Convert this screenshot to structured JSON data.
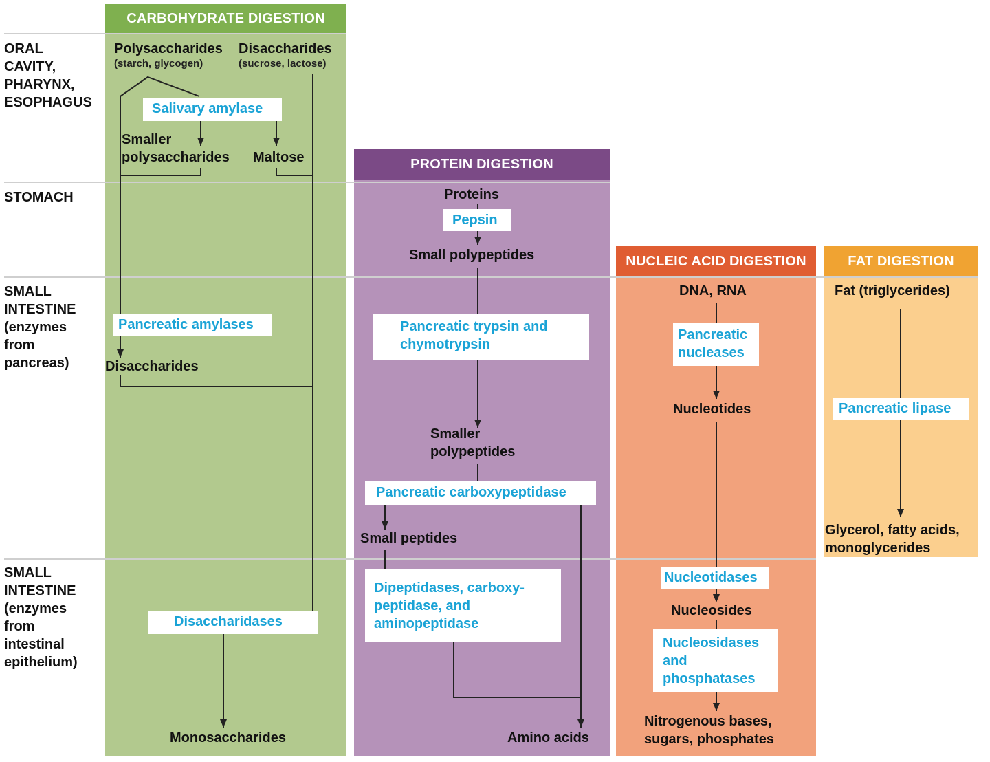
{
  "regions": {
    "oral": [
      "ORAL",
      "CAVITY,",
      "PHARYNX,",
      "ESOPHAGUS"
    ],
    "stomach": [
      "STOMACH"
    ],
    "small_intestine_pancreas": [
      "SMALL",
      "INTESTINE",
      "(enzymes",
      "from",
      "pancreas)"
    ],
    "small_intestine_epithelium": [
      "SMALL",
      "INTESTINE",
      "(enzymes",
      "from",
      "intestinal",
      "epithelium)"
    ]
  },
  "carbohydrate": {
    "title": "CARBOHYDRATE DIGESTION",
    "polysaccharides": "Polysaccharides",
    "polysaccharides_sub": "(starch, glycogen)",
    "disaccharides_top": "Disaccharides",
    "disaccharides_sub": "(sucrose, lactose)",
    "salivary_amylase": "Salivary amylase",
    "smaller_poly_1": "Smaller",
    "smaller_poly_2": "polysaccharides",
    "maltose": "Maltose",
    "pancreatic_amylases": "Pancreatic amylases",
    "disaccharides": "Disaccharides",
    "disaccharidases": "Disaccharidases",
    "monosaccharides": "Monosaccharides"
  },
  "protein": {
    "title": "PROTEIN DIGESTION",
    "proteins": "Proteins",
    "pepsin": "Pepsin",
    "small_polypeptides": "Small polypeptides",
    "trypsin_1": "Pancreatic trypsin and",
    "trypsin_2": "chymotrypsin",
    "smaller_polypeptides_1": "Smaller",
    "smaller_polypeptides_2": "polypeptides",
    "carboxypeptidase": "Pancreatic carboxypeptidase",
    "small_peptides": "Small peptides",
    "dipeptidases_1": "Dipeptidases, carboxy-",
    "dipeptidases_2": "peptidase, and",
    "dipeptidases_3": "aminopeptidase",
    "amino_acids": "Amino acids"
  },
  "nucleic": {
    "title": "NUCLEIC ACID DIGESTION",
    "dna_rna": "DNA, RNA",
    "nucleases_1": "Pancreatic",
    "nucleases_2": "nucleases",
    "nucleotides": "Nucleotides",
    "nucleotidases": "Nucleotidases",
    "nucleosides": "Nucleosides",
    "nucleosidases_1": "Nucleosidases",
    "nucleosidases_2": "and",
    "nucleosidases_3": "phosphatases",
    "products_1": "Nitrogenous bases,",
    "products_2": "sugars, phosphates"
  },
  "fat": {
    "title": "FAT DIGESTION",
    "fat": "Fat (triglycerides)",
    "lipase": "Pancreatic lipase",
    "products_1": "Glycerol, fatty acids,",
    "products_2": "monoglycerides"
  },
  "colors": {
    "carb_header": "#7fb04f",
    "carb_body": "#b2c98e",
    "protein_header": "#7b4a86",
    "protein_body": "#b592b9",
    "nucleic_header": "#e05d32",
    "nucleic_body": "#f2a27c",
    "fat_header": "#f0a332",
    "fat_body": "#fbcf8e",
    "enzyme_text": "#1aa3d6"
  }
}
